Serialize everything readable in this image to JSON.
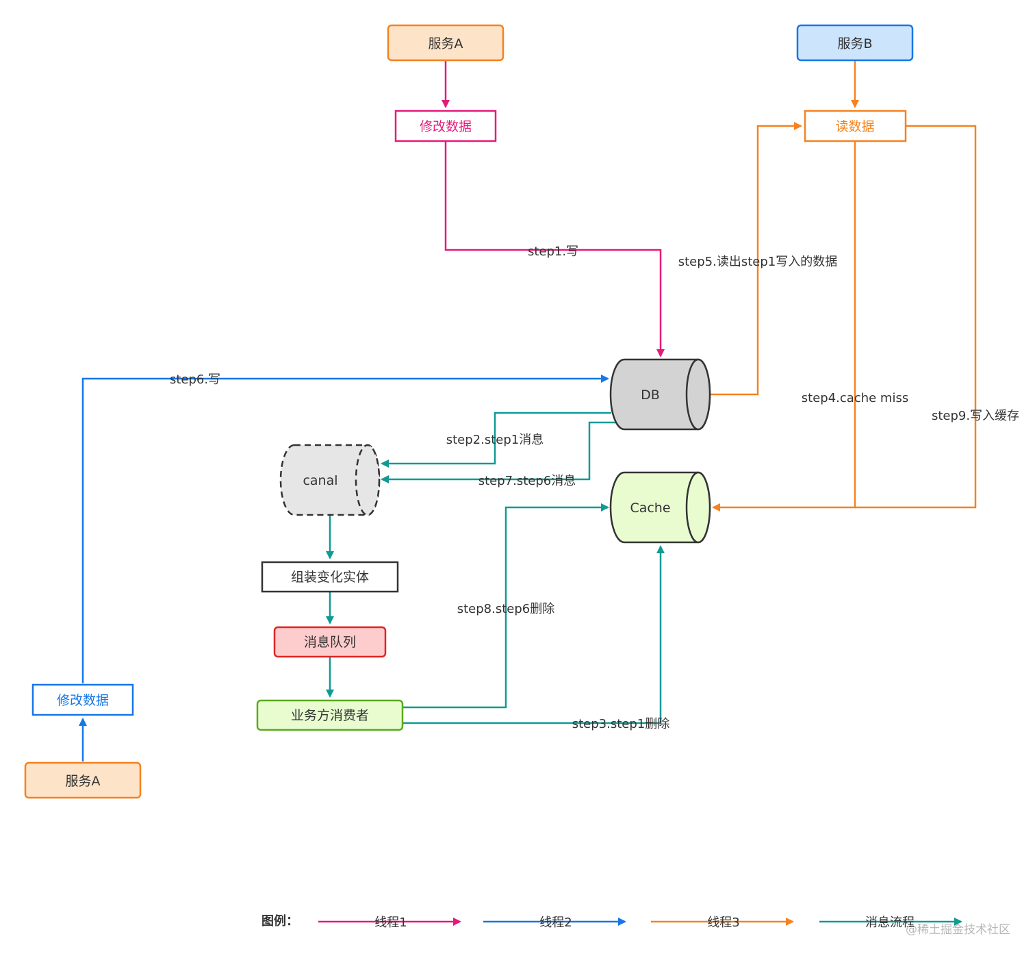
{
  "colors": {
    "thread1": "#e6197a",
    "thread2": "#1677e6",
    "thread3": "#f5821f",
    "message": "#109a94"
  },
  "nodes": {
    "serviceA_top": "服务A",
    "modify_top": "修改数据",
    "serviceB": "服务B",
    "read": "读数据",
    "db": "DB",
    "cache": "Cache",
    "canal": "canal",
    "assemble": "组装变化实体",
    "mq": "消息队列",
    "consumer": "业务方消费者",
    "modify_bottom": "修改数据",
    "serviceA_bottom": "服务A"
  },
  "edges": {
    "step1": "step1.写",
    "step2": "step2.step1消息",
    "step3": "step3.step1删除",
    "step4": "step4.cache miss",
    "step5": "step5.读出step1写入的数据",
    "step6": "step6.写",
    "step7": "step7.step6消息",
    "step8": "step8.step6删除",
    "step9": "step9.写入缓存"
  },
  "legend": {
    "title": "图例：",
    "thread1": "线程1",
    "thread2": "线程2",
    "thread3": "线程3",
    "message": "消息流程"
  },
  "watermark": "@稀土掘金技术社区"
}
